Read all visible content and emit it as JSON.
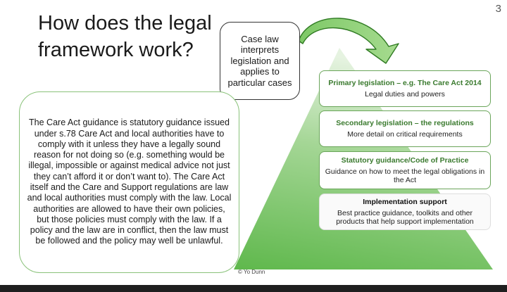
{
  "slide": {
    "page_number": "3",
    "title": "How does the legal framework work?",
    "case_law": "Case law interprets legislation and applies to particular cases",
    "guidance_text": "The Care Act guidance is statutory guidance issued under s.78 Care Act and local authorities have to comply with it unless they have a legally sound reason for not doing so (e.g. something would be illegal, impossible or against medical advice not just they can’t afford it or don’t want to). The Care Act itself and the Care and Support regulations are law and local authorities must comply with the law. Local authorities are allowed to have their own policies, but those policies must comply with the law. If a policy and the law are in conflict, then the law must be followed and the policy may well be unlawful.",
    "levels": [
      {
        "title": "Primary legislation – e.g. The Care Act 2014",
        "desc": "Legal duties and powers"
      },
      {
        "title": "Secondary legislation – the regulations",
        "desc": "More detail on critical requirements"
      },
      {
        "title": "Statutory guidance/Code of Practice",
        "desc": "Guidance on how to meet the legal obligations in the Act"
      },
      {
        "title": "Implementation support",
        "desc": "Best practice guidance, toolkits and other products that help support implementation"
      }
    ],
    "copyright": "© Yo Dunn"
  },
  "colors": {
    "accent_green": "#6fc05a",
    "level_title_green": "#3a7a2e",
    "box_border": "#8ac27a"
  }
}
